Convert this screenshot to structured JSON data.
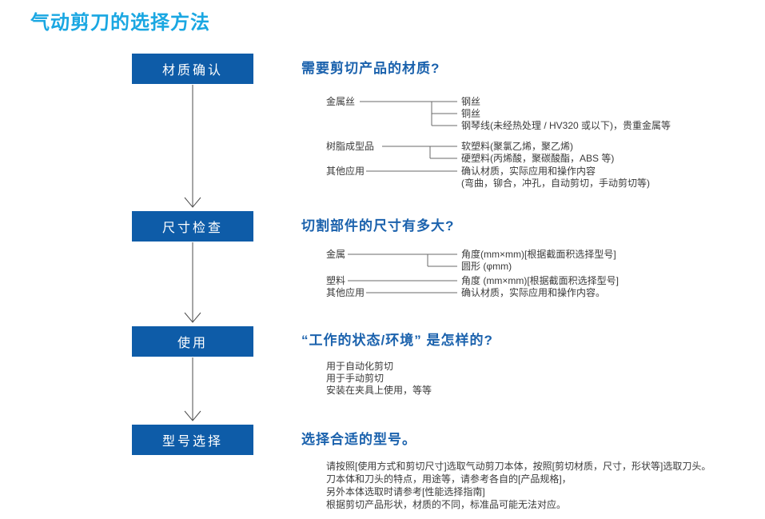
{
  "page": {
    "title": "气动剪刀的选择方法"
  },
  "colors": {
    "title_cyan": "#1aa7e2",
    "box_blue": "#0e5ca8",
    "heading_blue": "#1b62ad",
    "line_gray": "#5a5a5a",
    "text_gray": "#3a3a3a"
  },
  "steps": [
    {
      "box_label": "材质确认",
      "heading": "需要剪切产品的材质?",
      "tree": [
        {
          "label": "金属丝",
          "items": [
            "钢丝",
            "铜丝",
            "钢琴线(未经热处理 / HV320 或以下)，贵重金属等"
          ]
        },
        {
          "label": "树脂成型品",
          "items": [
            "软塑料(聚氯乙烯，聚乙烯)",
            "硬塑料(丙烯酸，聚碳酸酯，ABS 等)"
          ]
        },
        {
          "label": "其他应用",
          "items": [
            "确认材质，实际应用和操作内容",
            "(弯曲，铆合，冲孔，自动剪切，手动剪切等)"
          ]
        }
      ]
    },
    {
      "box_label": "尺寸检查",
      "heading": "切割部件的尺寸有多大?",
      "tree": [
        {
          "label": "金属",
          "items": [
            "角度(mm×mm)[根据截面积选择型号]",
            "圆形 (φmm)"
          ]
        },
        {
          "label": "塑料",
          "items": [
            "角度 (mm×mm)[根据截面积选择型号]"
          ]
        },
        {
          "label": "其他应用",
          "items": [
            "确认材质，实际应用和操作内容。"
          ]
        }
      ]
    },
    {
      "box_label": "使用",
      "heading": "“工作的状态/环境” 是怎样的?",
      "notes": [
        "用于自动化剪切",
        "用于手动剪切",
        "安装在夹具上使用，等等"
      ]
    },
    {
      "box_label": "型号选择",
      "heading": "选择合适的型号。",
      "notes": [
        "请按照[使用方式和剪切尺寸]选取气动剪刀本体，按照[剪切材质，尺寸，形状等]选取刀头。",
        "刀本体和刀头的特点，用途等，请参考各自的[产品规格]，",
        "另外本体选取时请参考[性能选择指南]",
        "根据剪切产品形状，材质的不同，标准品可能无法对应。"
      ]
    }
  ]
}
